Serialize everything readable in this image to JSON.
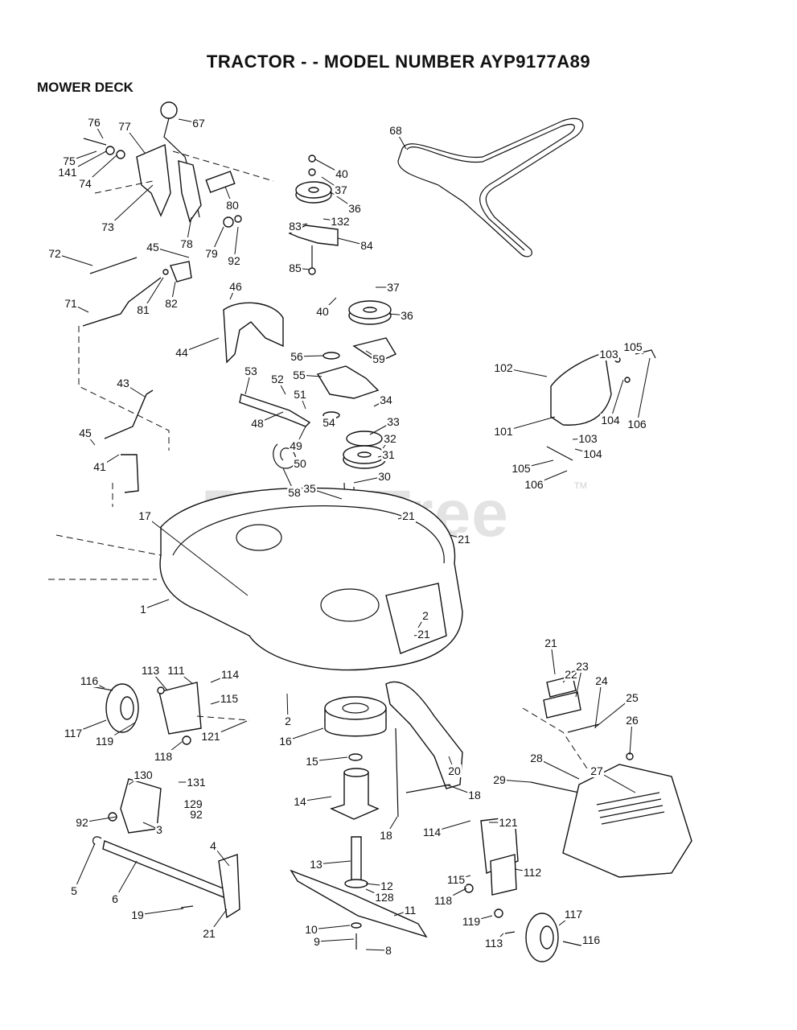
{
  "header": {
    "title": "TRACTOR - - MODEL NUMBER AYP9177A89",
    "section": "MOWER DECK"
  },
  "watermark": {
    "text": "PartsTree",
    "mark": "TM"
  },
  "callouts": [
    "76",
    "67",
    "77",
    "75",
    "141",
    "74",
    "73",
    "78",
    "80",
    "79",
    "92",
    "68",
    "40",
    "37",
    "36",
    "83",
    "132",
    "84",
    "85",
    "72",
    "45",
    "81",
    "82",
    "71",
    "46",
    "44",
    "37",
    "40",
    "36",
    "56",
    "55",
    "59",
    "53",
    "52",
    "51",
    "34",
    "48",
    "54",
    "33",
    "49",
    "32",
    "50",
    "31",
    "58",
    "35",
    "30",
    "43",
    "45",
    "41",
    "17",
    "21",
    "21",
    "1",
    "2",
    "21",
    "102",
    "103",
    "105",
    "101",
    "104",
    "106",
    "103",
    "104",
    "105",
    "106",
    "116",
    "113",
    "111",
    "114",
    "115",
    "117",
    "119",
    "118",
    "121",
    "2",
    "16",
    "21",
    "22",
    "23",
    "24",
    "25",
    "26",
    "28",
    "27",
    "29",
    "130",
    "131",
    "92",
    "129",
    "92",
    "3",
    "5",
    "6",
    "4",
    "19",
    "21",
    "15",
    "14",
    "18",
    "20",
    "18",
    "114",
    "121",
    "13",
    "12",
    "128",
    "11",
    "10",
    "9",
    "8",
    "115",
    "112",
    "118",
    "119",
    "117",
    "113",
    "116"
  ]
}
